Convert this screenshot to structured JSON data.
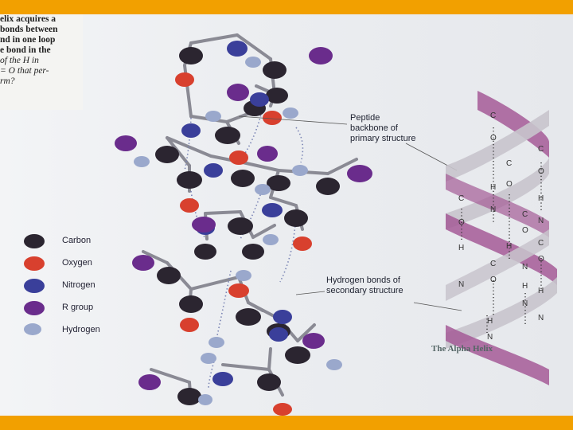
{
  "colors": {
    "border": "#f2a000",
    "carbon": "#2b2530",
    "oxygen": "#d8402e",
    "nitrogen": "#3a3f9a",
    "r_group": "#6a2c8c",
    "hydrogen": "#9aa8cc",
    "helix_ribbon": "#9c5a8e"
  },
  "margin_text": {
    "lines": [
      "elix acquires a",
      "bonds between",
      "nd in one loop",
      "e bond in the"
    ],
    "question_lines": [
      "of the H in",
      "= O that per-",
      "rm?"
    ]
  },
  "legend": [
    {
      "label": "Carbon",
      "color_key": "carbon"
    },
    {
      "label": "Oxygen",
      "color_key": "oxygen"
    },
    {
      "label": "Nitrogen",
      "color_key": "nitrogen"
    },
    {
      "label": "R group",
      "color_key": "r_group"
    },
    {
      "label": "Hydrogen",
      "color_key": "hydrogen"
    }
  ],
  "annotations": {
    "peptide": [
      "Peptide",
      "backbone of",
      "primary structure"
    ],
    "hbonds": [
      "Hydrogen bonds of",
      "secondary structure"
    ]
  },
  "helix_atoms": {
    "c": "C",
    "o": "O",
    "h": "H",
    "n": "N"
  },
  "footer": {
    "heading": "The Alpha Helix"
  }
}
